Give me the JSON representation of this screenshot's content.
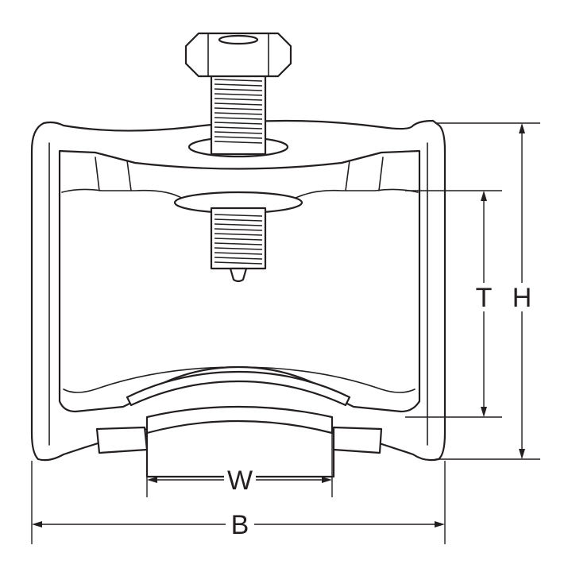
{
  "dimensions": {
    "t": "T",
    "h": "H",
    "w": "W",
    "b": "B"
  },
  "colors": {
    "line": "#231f20",
    "background": "#ffffff"
  }
}
